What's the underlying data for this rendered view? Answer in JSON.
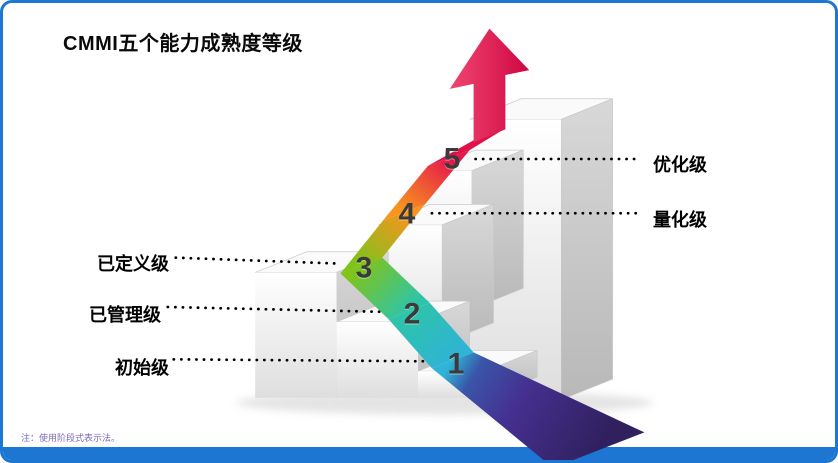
{
  "slide": {
    "title": "CMMI五个能力成熟度等级",
    "footnote": "注：使用阶段式表示法。"
  },
  "diagram": {
    "type": "staircase-maturity-levels",
    "arrow_direction": "up",
    "levels": [
      {
        "number": "1",
        "label": "初始级",
        "side": "left",
        "color": "#2fb3d6"
      },
      {
        "number": "2",
        "label": "已管理级",
        "side": "left",
        "color": "#2ec4a9"
      },
      {
        "number": "3",
        "label": "已定义级",
        "side": "left",
        "color": "#7fc31c"
      },
      {
        "number": "4",
        "label": "量化级",
        "side": "right",
        "color": "#f7941e"
      },
      {
        "number": "5",
        "label": "优化级",
        "side": "right",
        "color": "#e6164d"
      }
    ],
    "colors": {
      "frame": "#1d76d2",
      "arrow": "#e0104a",
      "ribbon_tail": "#30205e",
      "step_number": "#3a3a3a",
      "connector_dots": "#000000"
    }
  }
}
